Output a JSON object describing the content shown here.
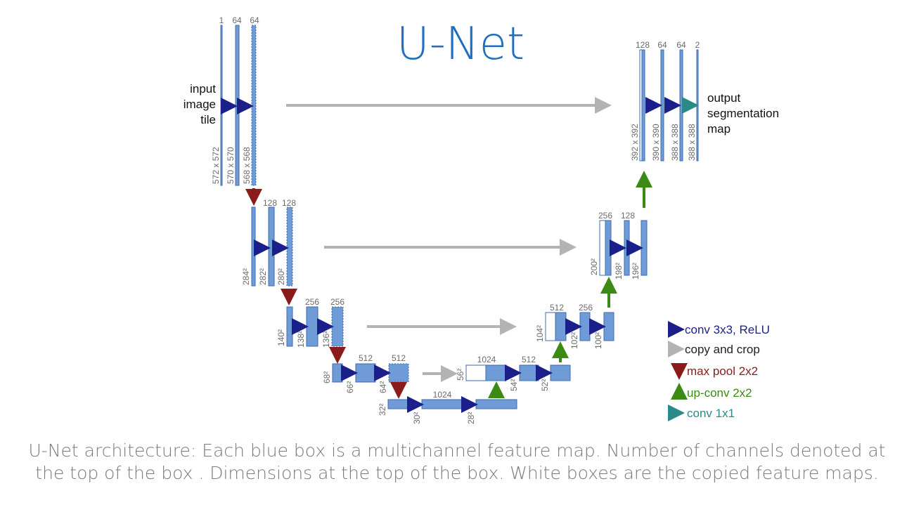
{
  "title": "U-Net",
  "caption": "U-Net architecture: Each blue box is a multichannel feature map. Number of channels denoted at the top of the box . Dimensions at the top of the box. White boxes are the copied feature maps.",
  "input_label": [
    "input",
    "image",
    "tile"
  ],
  "output_label": [
    "output",
    "segmentation",
    "map"
  ],
  "colors": {
    "box_fill": "#6f9bd6",
    "box_stroke": "#3b6bb0",
    "conv": "#1b1f8a",
    "copy": "#b3b3b3",
    "pool": "#8b1a1a",
    "upconv": "#3a8a14",
    "conv1x1": "#2a8a8a",
    "title": "#1f6fc0"
  },
  "legend": [
    {
      "kind": "conv",
      "label": "conv 3x3, ReLU",
      "color": "#1b1f8a"
    },
    {
      "kind": "copy",
      "label": "copy and crop",
      "color": "#222222"
    },
    {
      "kind": "pool",
      "label": "max pool 2x2",
      "color": "#8b1a1a"
    },
    {
      "kind": "upconv",
      "label": "up-conv 2x2",
      "color": "#3a8a14"
    },
    {
      "kind": "conv1x1",
      "label": "conv 1x1",
      "color": "#2a8a8a"
    }
  ],
  "channels": {
    "l1": [
      "1",
      "64",
      "64"
    ],
    "l2": [
      "128",
      "128"
    ],
    "l3": [
      "256",
      "256"
    ],
    "l4": [
      "512",
      "512"
    ],
    "l5": [
      "1024"
    ],
    "r4": [
      "1024",
      "512"
    ],
    "r3": [
      "512",
      "256"
    ],
    "r2": [
      "256",
      "128"
    ],
    "r1": [
      "128",
      "64",
      "64",
      "2"
    ]
  },
  "dims": {
    "l1": [
      "572 x 572",
      "570 x 570",
      "568 x 568"
    ],
    "l2": [
      "284²",
      "282²",
      "280²"
    ],
    "l3": [
      "140²",
      "138²",
      "136²"
    ],
    "l4": [
      "68²",
      "66²",
      "64²"
    ],
    "l5": [
      "32²",
      "30²",
      "28²"
    ],
    "r4": [
      "56²",
      "54²",
      "52²"
    ],
    "r3": [
      "104²",
      "102²",
      "100²"
    ],
    "r2": [
      "200²",
      "198²",
      "196²"
    ],
    "r1": [
      "392 x 392",
      "390 x 390",
      "388 x 388",
      "388 x 388"
    ]
  }
}
